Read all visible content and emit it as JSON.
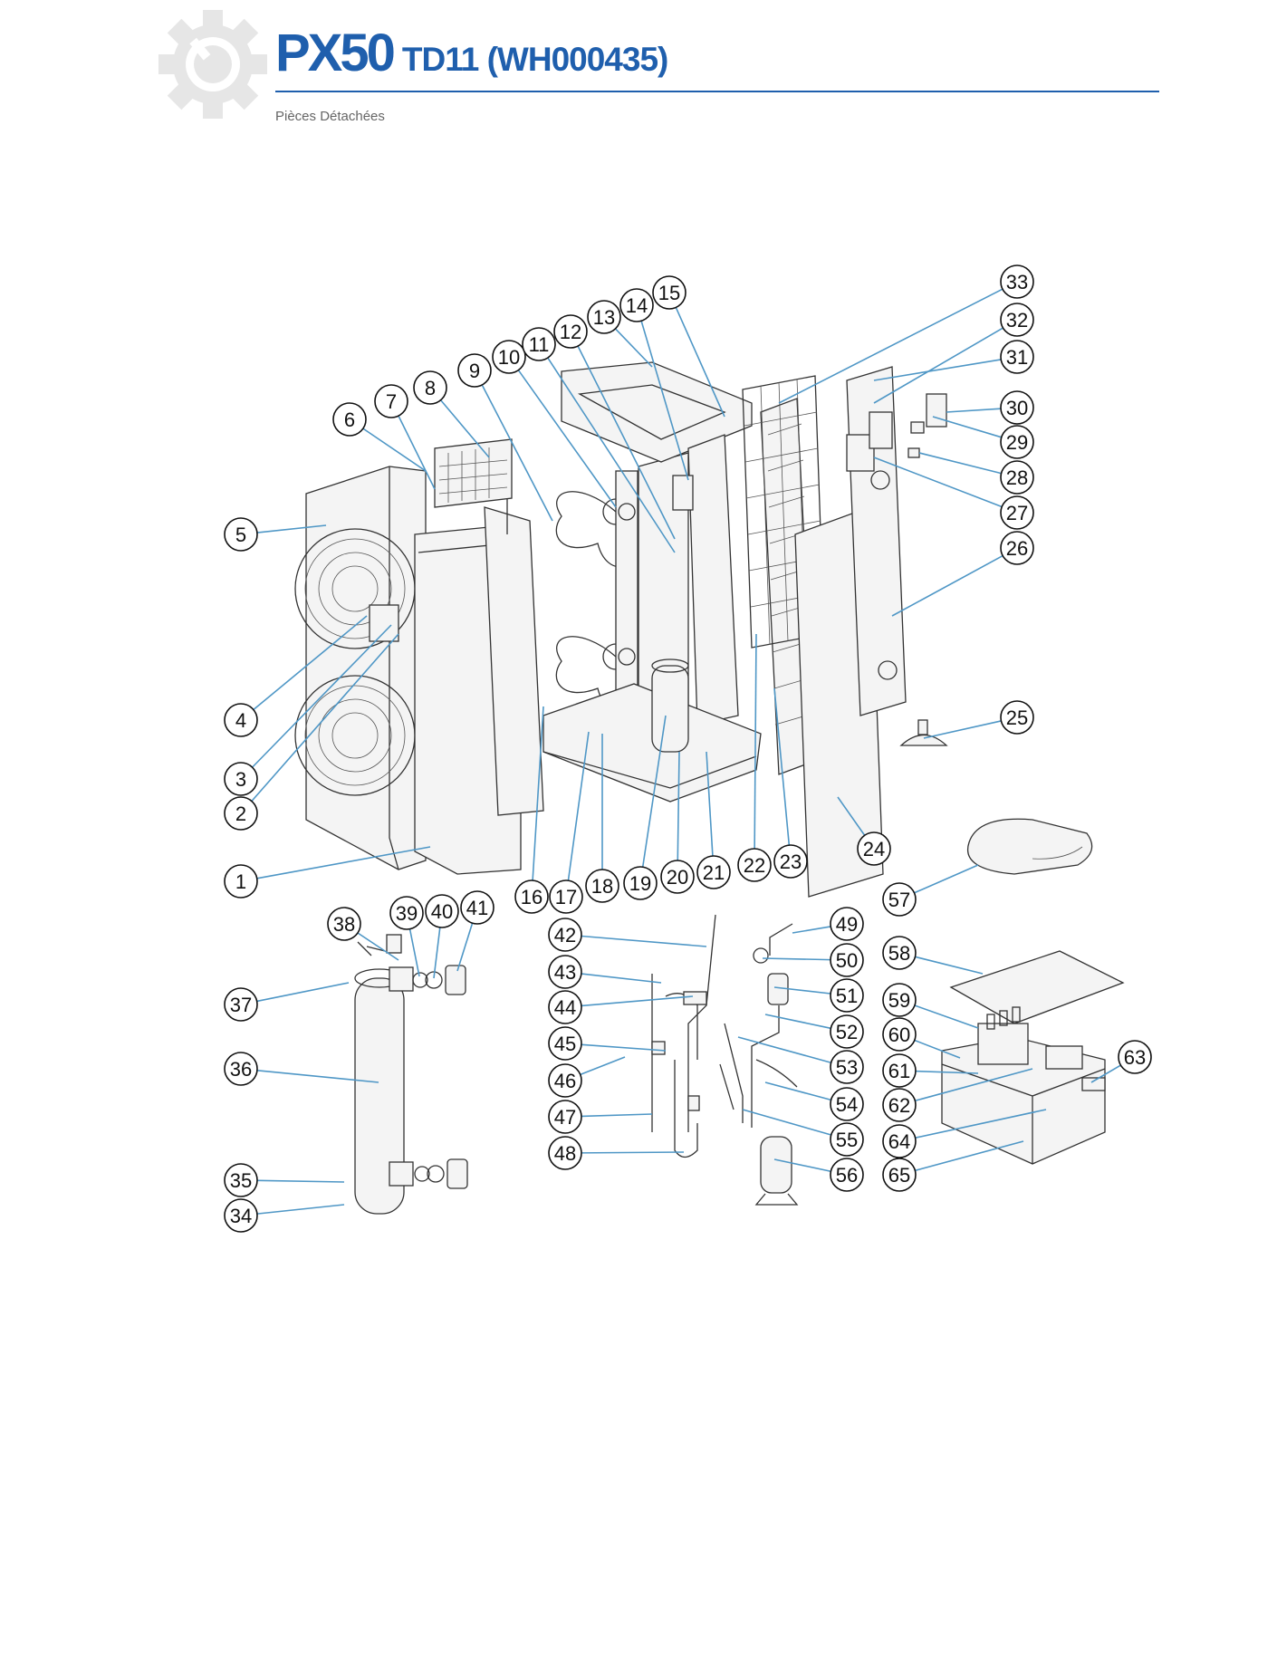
{
  "header": {
    "model": "PX50",
    "code": "TD11 (WH000435)",
    "subtitle": "Pièces Détachées",
    "gear_icon": "gear-wrench-icon"
  },
  "colors": {
    "accent": "#1f5fad",
    "leader": "#4f97c6",
    "gear": "#e6e6e6"
  },
  "callouts": [
    "1",
    "2",
    "3",
    "4",
    "5",
    "6",
    "7",
    "8",
    "9",
    "10",
    "11",
    "12",
    "13",
    "14",
    "15",
    "16",
    "17",
    "18",
    "19",
    "20",
    "21",
    "22",
    "23",
    "24",
    "25",
    "26",
    "27",
    "28",
    "29",
    "30",
    "31",
    "32",
    "33",
    "34",
    "35",
    "36",
    "37",
    "38",
    "39",
    "40",
    "41",
    "42",
    "43",
    "44",
    "45",
    "46",
    "47",
    "48",
    "49",
    "50",
    "51",
    "52",
    "53",
    "54",
    "55",
    "56",
    "57",
    "58",
    "59",
    "60",
    "61",
    "62",
    "63",
    "64",
    "65"
  ]
}
